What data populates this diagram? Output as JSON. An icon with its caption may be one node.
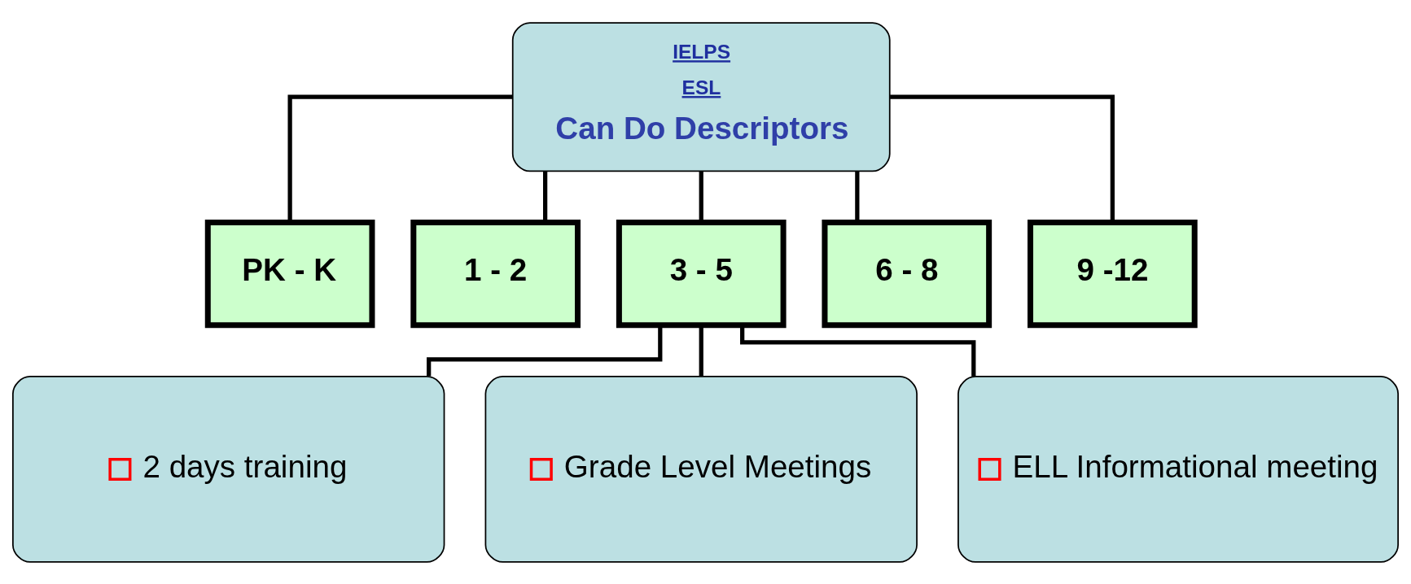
{
  "diagram": {
    "nodes": [
      {
        "text": [
          "IELPS",
          "ESL",
          "Can Do Descriptors"
        ]
      },
      {
        "text": [
          "PK - K"
        ]
      },
      {
        "text": [
          "1 - 2"
        ]
      },
      {
        "text": [
          "3 - 5"
        ]
      },
      {
        "text": [
          "6 - 8"
        ]
      },
      {
        "text": [
          "9 -12"
        ]
      },
      {
        "text": [
          "2 days training"
        ]
      },
      {
        "text": [
          "Grade Level Meetings"
        ]
      },
      {
        "text": [
          "ELL Informational meeting"
        ]
      }
    ],
    "edges": [
      {
        "from": 0,
        "to": 1,
        "arrow": "none"
      },
      {
        "from": 0,
        "to": 2,
        "arrow": "none"
      },
      {
        "from": 0,
        "to": 3,
        "arrow": "none"
      },
      {
        "from": 0,
        "to": 4,
        "arrow": "none"
      },
      {
        "from": 0,
        "to": 5,
        "arrow": "none"
      },
      {
        "from": 3,
        "to": 6,
        "arrow": "none"
      },
      {
        "from": 3,
        "to": 7,
        "arrow": "none"
      },
      {
        "from": 3,
        "to": 8,
        "arrow": "none"
      }
    ]
  }
}
